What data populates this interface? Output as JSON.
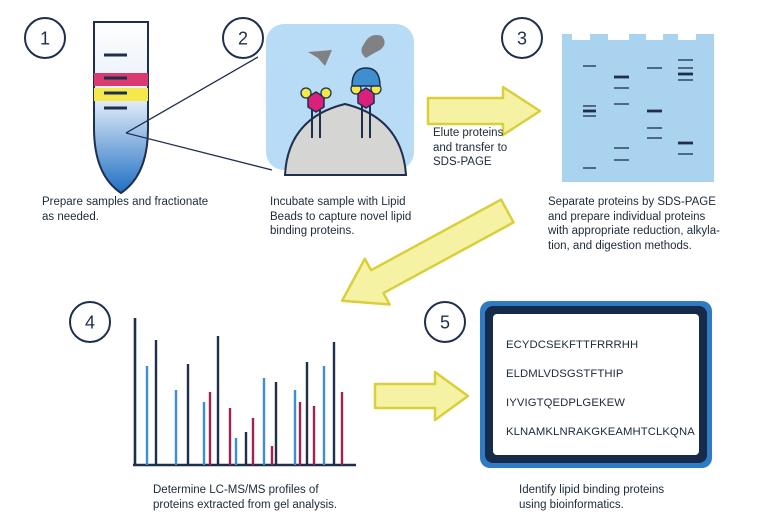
{
  "steps": [
    {
      "number": "1",
      "caption": "Prepare samples and  fractionate\nas needed."
    },
    {
      "number": "2",
      "caption": "Incubate sample with Lipid\nBeads to capture novel lipid\nbinding proteins."
    },
    {
      "number": "3",
      "caption": "Separate proteins by SDS-PAGE\nand prepare individual proteins\nwith appropriate reduction, alkyla-\ntion, and digestion methods."
    },
    {
      "number": "4",
      "caption": "Determine LC-MS/MS profiles of\nproteins extracted from gel analysis."
    },
    {
      "number": "5",
      "caption": "Identify lipid binding proteins\nusing bioinformatics."
    }
  ],
  "transfer_label": "Elute proteins\nand transfer to\nSDS-PAGE",
  "peptides": [
    "ECYDCSEKFTTFRRRHH",
    "ELDMLVDSGSTFTHIP",
    "IYVIGTQEDPLGEKEW",
    "KLNAMKLNRAKGKEAMHTCLKQNA"
  ],
  "colors": {
    "navy": "#1e2f4d",
    "gel_blue": "#a9d3ef",
    "light_blue": "#3f8fd0",
    "crimson": "#a3204f",
    "arrow_fill": "#f5f2a3",
    "arrow_stroke": "#d9cf3a",
    "bead_gray": "#d5d5d3"
  }
}
